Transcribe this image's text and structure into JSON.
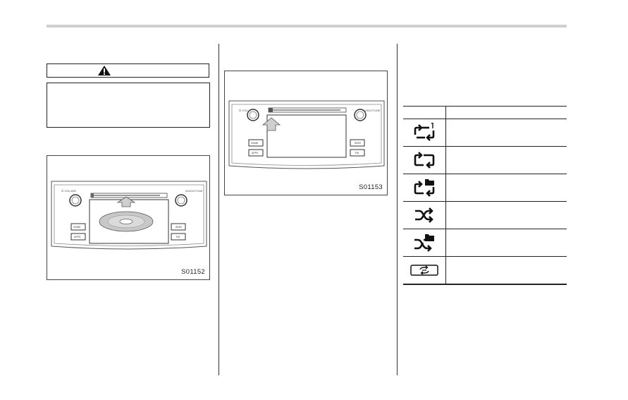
{
  "figures": [
    {
      "id": "disc-insert-figure",
      "label": "S01152"
    },
    {
      "id": "eject-figure",
      "label": "S01153"
    }
  ],
  "mode_table": {
    "headers": [
      "",
      ""
    ],
    "rows": [
      {
        "icon": "repeat-one-icon",
        "text": ""
      },
      {
        "icon": "repeat-icon",
        "text": ""
      },
      {
        "icon": "folder-repeat-icon",
        "text": ""
      },
      {
        "icon": "shuffle-icon",
        "text": ""
      },
      {
        "icon": "folder-shuffle-icon",
        "text": ""
      },
      {
        "icon": "disc-scan-icon",
        "text": ""
      }
    ]
  }
}
